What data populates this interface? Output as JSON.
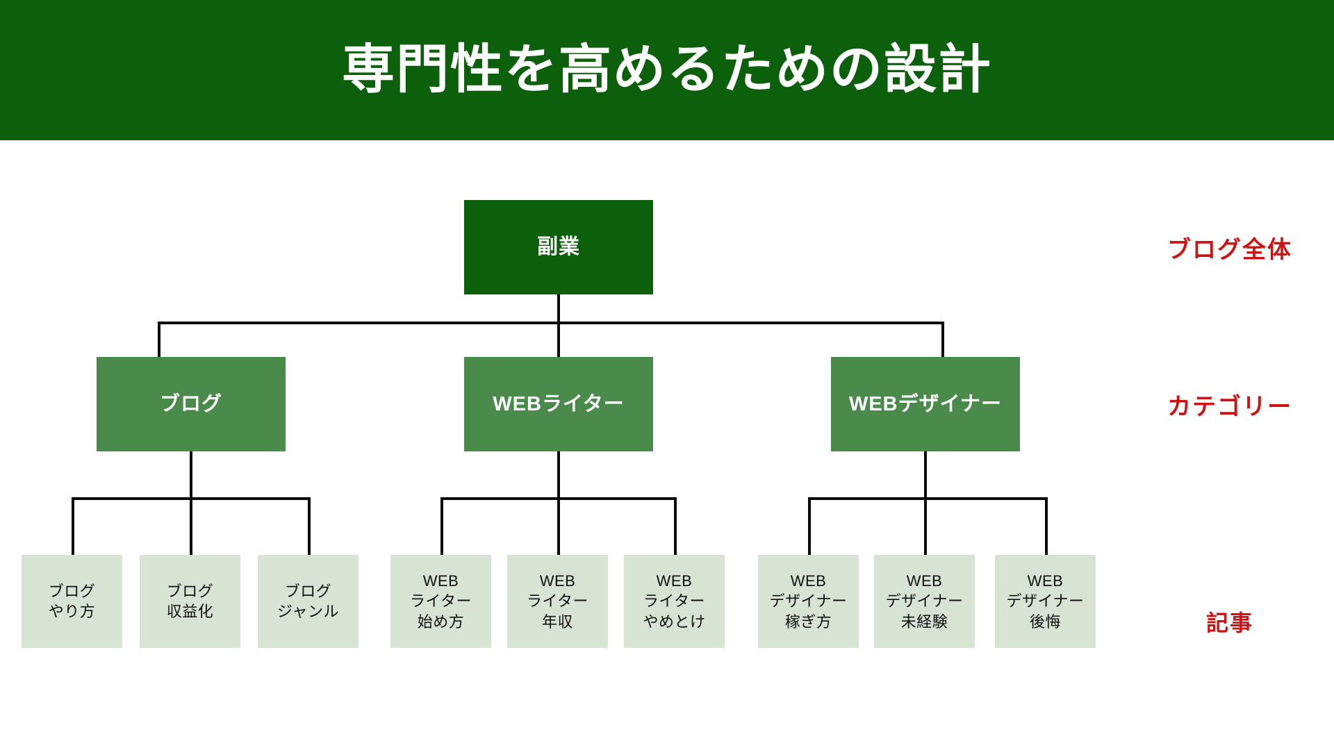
{
  "header": {
    "title": "専門性を高めるための設計",
    "background_color": "#0c600c",
    "text_color": "#ffffff"
  },
  "colors": {
    "root_green": "#0c600c",
    "category_green": "#4a8b4c",
    "article_green": "#d7e3d3",
    "line_black": "#0a0a0a",
    "annotation_red": "#cc1414",
    "page_background": "#ffffff"
  },
  "tree": {
    "root": {
      "label": "副業"
    },
    "categories": [
      {
        "label": "ブログ"
      },
      {
        "label": "WEBライター"
      },
      {
        "label": "WEBデザイナー"
      }
    ],
    "articles": [
      {
        "label": "ブログ\nやり方"
      },
      {
        "label": "ブログ\n収益化"
      },
      {
        "label": "ブログ\nジャンル"
      },
      {
        "label": "WEB\nライター\n始め方"
      },
      {
        "label": "WEB\nライター\n年収"
      },
      {
        "label": "WEB\nライター\nやめとけ"
      },
      {
        "label": "WEB\nデザイナー\n稼ぎ方"
      },
      {
        "label": "WEB\nデザイナー\n未経験"
      },
      {
        "label": "WEB\nデザイナー\n後悔"
      }
    ]
  },
  "tier_labels": [
    {
      "label": "ブログ全体"
    },
    {
      "label": "カテゴリー"
    },
    {
      "label": "記事"
    }
  ]
}
